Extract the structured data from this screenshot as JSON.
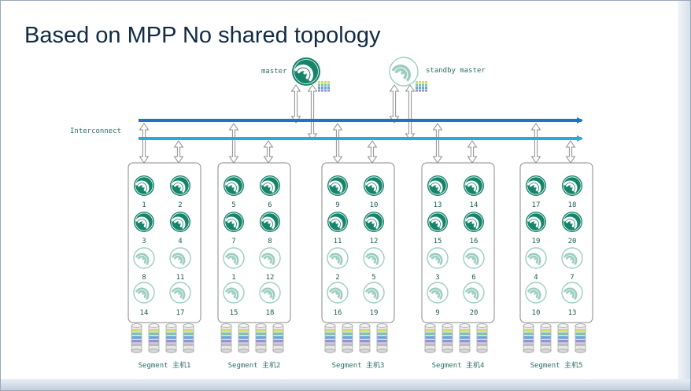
{
  "title": "Based on MPP No shared topology",
  "master": {
    "label": "master"
  },
  "standby": {
    "label": "standby master"
  },
  "interconnect": {
    "label": "Interconnect"
  },
  "colors": {
    "primary_teal": "#16846a",
    "faded_teal": "#9ccdc0",
    "arrow_blue": "#1b74c5",
    "arrow_cyan": "#28a9e0",
    "label_teal": "#2b6f66",
    "title_navy": "#102a45",
    "box_border": "#8a8a8a"
  },
  "segments": [
    {
      "label": "Segment 主机1",
      "primaries": [
        "1",
        "2",
        "3",
        "4"
      ],
      "mirrors": [
        "8",
        "11",
        "14",
        "17"
      ]
    },
    {
      "label": "Segment 主机2",
      "primaries": [
        "5",
        "6",
        "7",
        "8"
      ],
      "mirrors": [
        "1",
        "12",
        "15",
        "18"
      ]
    },
    {
      "label": "Segment 主机3",
      "primaries": [
        "9",
        "10",
        "11",
        "12"
      ],
      "mirrors": [
        "2",
        "5",
        "16",
        "19"
      ]
    },
    {
      "label": "Segment 主机4",
      "primaries": [
        "13",
        "14",
        "15",
        "16"
      ],
      "mirrors": [
        "3",
        "6",
        "9",
        "20"
      ]
    },
    {
      "label": "Segment 主机5",
      "primaries": [
        "17",
        "18",
        "19",
        "20"
      ],
      "mirrors": [
        "4",
        "7",
        "10",
        "13"
      ]
    }
  ]
}
